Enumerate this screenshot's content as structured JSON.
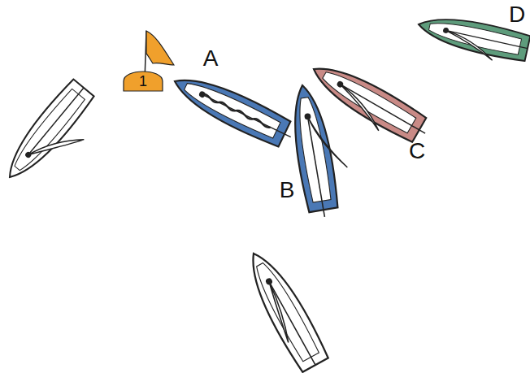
{
  "diagram": {
    "labels": [
      "1",
      "A",
      "B",
      "C",
      "D"
    ]
  }
}
